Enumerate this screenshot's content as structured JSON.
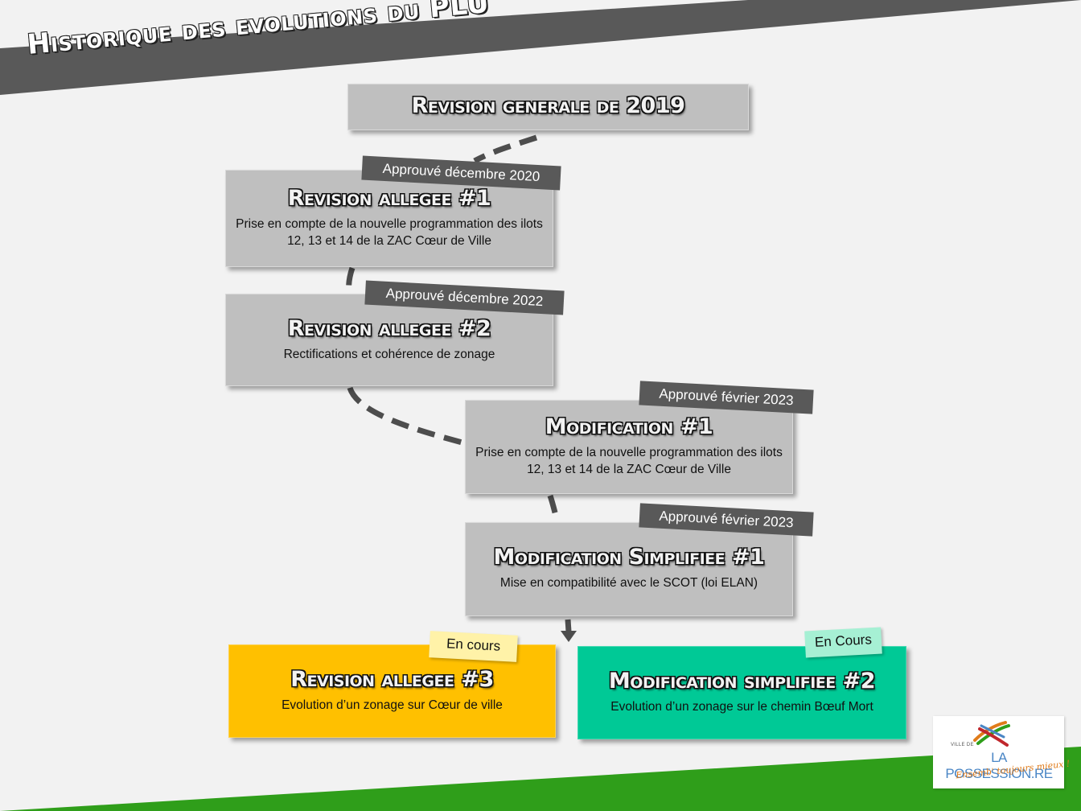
{
  "header": {
    "title": "Historique des evolutions du PLU"
  },
  "steps": [
    {
      "title": "Revision generale de 2019"
    },
    {
      "title": "Revision allegee #1",
      "description": "Prise en compte de la nouvelle programmation des ilots 12, 13 et 14 de la ZAC Cœur de Ville",
      "status": "Approuvé décembre 2020"
    },
    {
      "title": "Revision allegee #2",
      "description": "Rectifications et cohérence de zonage",
      "status": "Approuvé décembre 2022"
    },
    {
      "title": "Modification #1",
      "description": "Prise en compte de la nouvelle programmation des ilots 12, 13 et 14 de la ZAC Cœur de Ville",
      "status": "Approuvé février 2023"
    },
    {
      "title": "Modification Simplifiee #1",
      "description": "Mise en compatibilité avec le SCOT (loi ELAN)",
      "status": "Approuvé février 2023"
    },
    {
      "title": "Revision allegee #3",
      "description": "Evolution d’un zonage sur Cœur de ville",
      "status": "En cours"
    },
    {
      "title": "Modification simplifiee #2",
      "description": "Evolution d’un zonage sur le chemin Bœuf Mort",
      "status": "En Cours"
    }
  ],
  "logo": {
    "prefix": "VILLE DE",
    "name": "LA POSSESSION.RE",
    "tagline": "Ensemb' toujours mieux !"
  },
  "colors": {
    "header_band": "#595959",
    "step_box": "#bfbfbf",
    "status_tag": "#595959",
    "in_progress_yellow": "#ffc000",
    "in_progress_teal": "#00c996",
    "tag_yellow": "#fff2a8",
    "tag_teal": "#a6f0d4",
    "footer_green": "#2f9e1a",
    "connector": "#4d4d4d",
    "logo_blue": "#4a86c5",
    "logo_orange": "#e07b1a"
  }
}
